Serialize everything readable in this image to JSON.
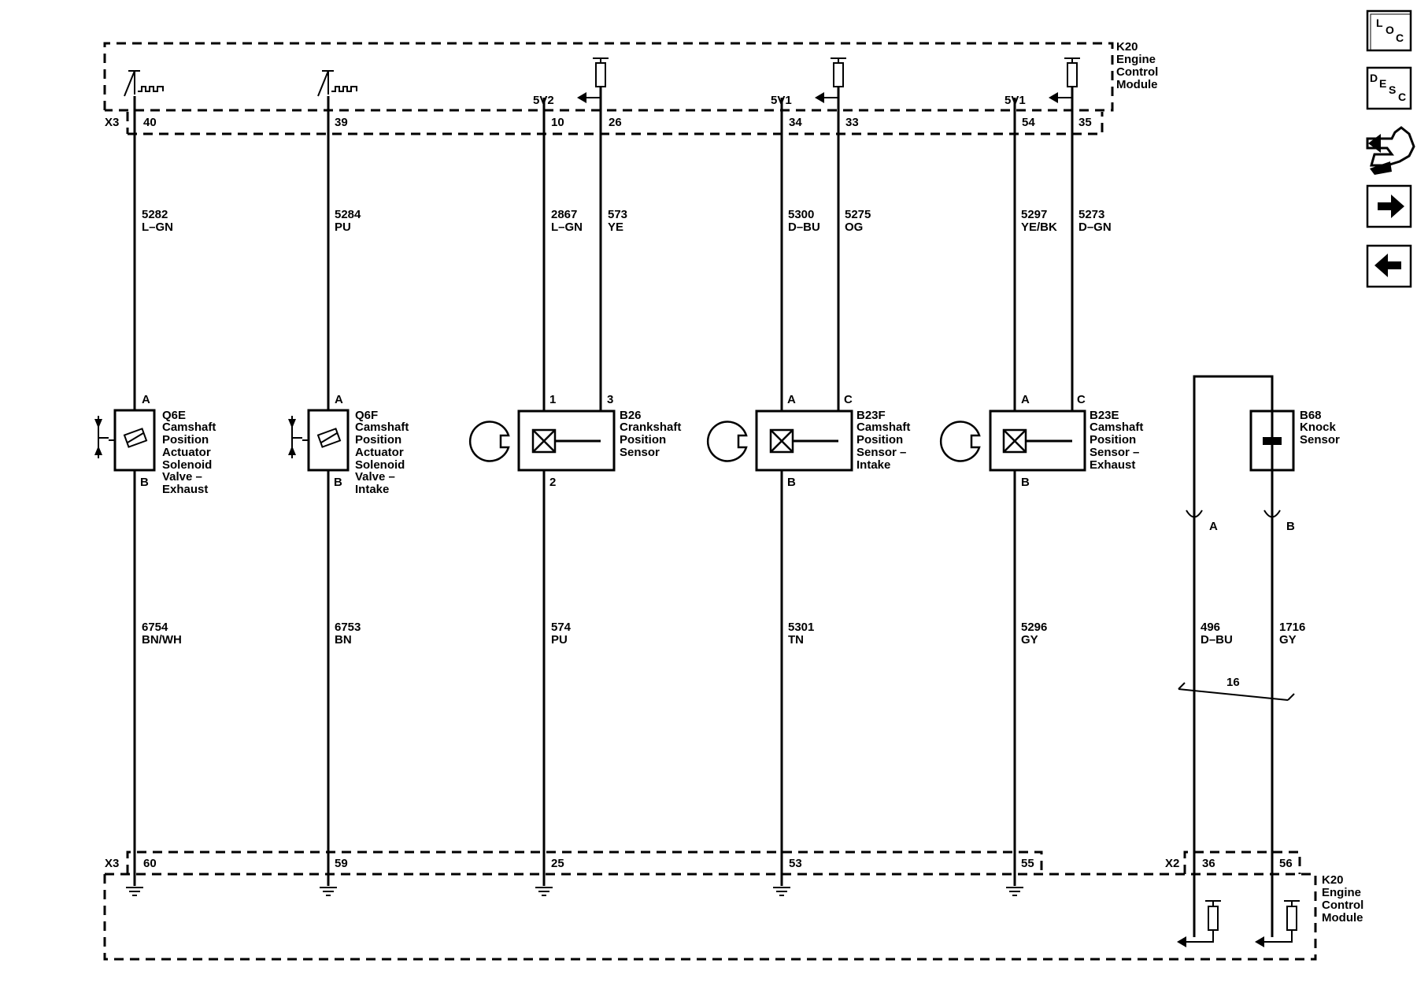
{
  "ecm_top": {
    "connector": "X3",
    "module_label": [
      "K20",
      "Engine",
      "Control",
      "Module"
    ]
  },
  "ecm_bottom": {
    "connector_x3": "X3",
    "connector_x2": "X2",
    "module_label": [
      "K20",
      "Engine",
      "Control",
      "Module"
    ]
  },
  "supplies": {
    "c1": "5V2",
    "c2": "5V1",
    "c3": "5V1"
  },
  "top_pins": [
    "40",
    "39",
    "10",
    "26",
    "34",
    "33",
    "54",
    "35"
  ],
  "bottom_pins": [
    "60",
    "59",
    "25",
    "53",
    "55",
    "36",
    "56"
  ],
  "top_wires": [
    {
      "num": "5282",
      "color": "L–GN"
    },
    {
      "num": "5284",
      "color": "PU"
    },
    {
      "num": "2867",
      "color": "L–GN"
    },
    {
      "num": "573",
      "color": "YE"
    },
    {
      "num": "5300",
      "color": "D–BU"
    },
    {
      "num": "5275",
      "color": "OG"
    },
    {
      "num": "5297",
      "color": "YE/BK"
    },
    {
      "num": "5273",
      "color": "D–GN"
    }
  ],
  "bottom_wires": [
    {
      "num": "6754",
      "color": "BN/WH"
    },
    {
      "num": "6753",
      "color": "BN"
    },
    {
      "num": "574",
      "color": "PU"
    },
    {
      "num": "5301",
      "color": "TN"
    },
    {
      "num": "5296",
      "color": "GY"
    },
    {
      "num": "496",
      "color": "D–BU"
    },
    {
      "num": "1716",
      "color": "GY"
    }
  ],
  "twist": "16",
  "components": {
    "q6e": {
      "pin_top": "A",
      "pin_bottom": "B",
      "lines": [
        "Q6E",
        "Camshaft",
        "Position",
        "Actuator",
        "Solenoid",
        "Valve –",
        "Exhaust"
      ]
    },
    "q6f": {
      "pin_top": "A",
      "pin_bottom": "B",
      "lines": [
        "Q6F",
        "Camshaft",
        "Position",
        "Actuator",
        "Solenoid",
        "Valve –",
        "Intake"
      ]
    },
    "b26": {
      "pin_1": "1",
      "pin_3": "3",
      "pin_2": "2",
      "lines": [
        "B26",
        "Crankshaft",
        "Position",
        "Sensor"
      ]
    },
    "b23f": {
      "pin_a": "A",
      "pin_c": "C",
      "pin_b": "B",
      "lines": [
        "B23F",
        "Camshaft",
        "Position",
        "Sensor –",
        "Intake"
      ]
    },
    "b23e": {
      "pin_a": "A",
      "pin_c": "C",
      "pin_b": "B",
      "lines": [
        "B23E",
        "Camshaft",
        "Position",
        "Sensor –",
        "Exhaust"
      ]
    },
    "b68": {
      "pin_a": "A",
      "pin_b": "B",
      "lines": [
        "B68",
        "Knock",
        "Sensor"
      ]
    }
  },
  "nav": {
    "loc": [
      "L",
      "O",
      "C"
    ],
    "desc": [
      "D",
      "E",
      "S",
      "C"
    ],
    "icons": [
      "connector-tools-icon",
      "arrow-right-icon",
      "arrow-left-icon"
    ]
  }
}
